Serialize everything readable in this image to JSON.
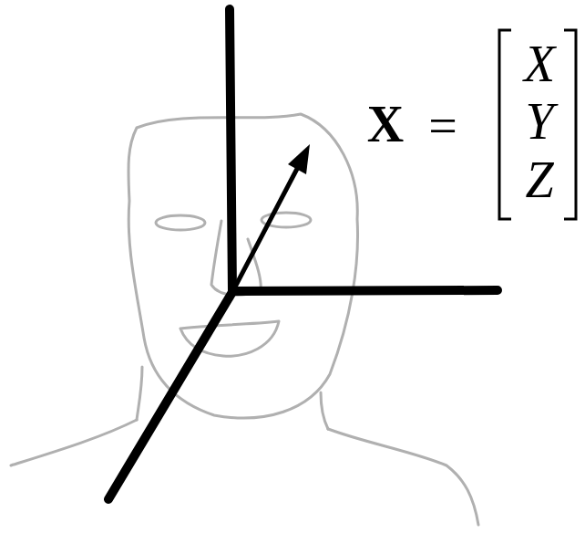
{
  "diagram": {
    "labels": [
      "X",
      "=",
      "X",
      "Y",
      "Z"
    ]
  }
}
